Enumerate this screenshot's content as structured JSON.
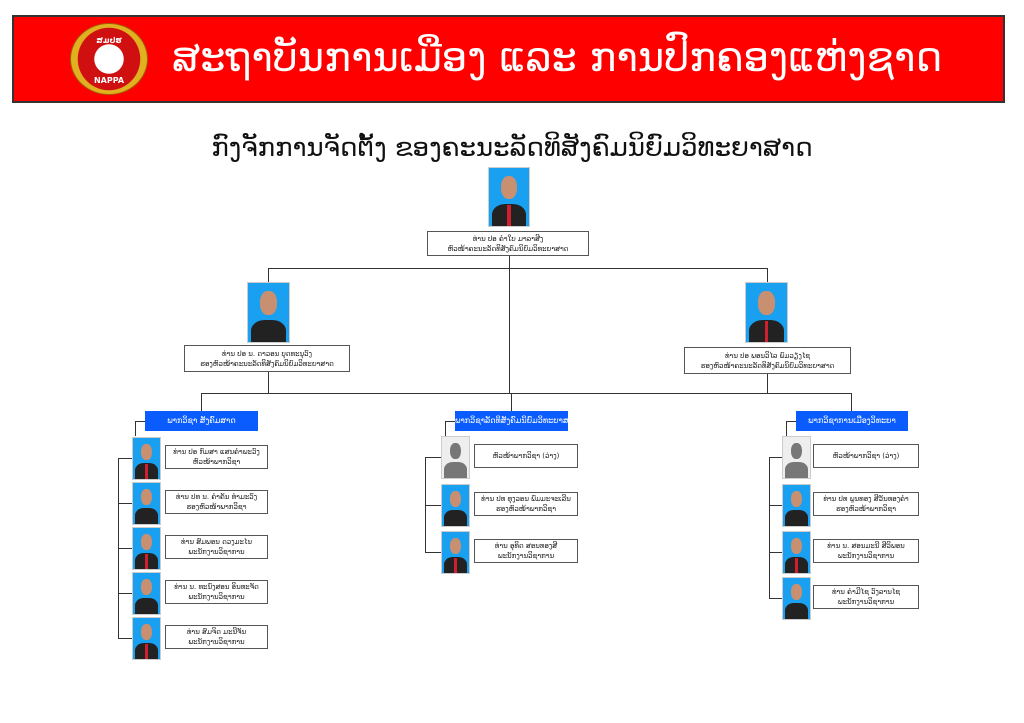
{
  "header": {
    "logo_text_top": "ສມປຮ",
    "logo_text_bottom": "NAPPA",
    "title": "ສະຖາບັນການເມືອງ ແລະ ການປົກຄອງແຫ່ງຊາດ"
  },
  "chart_title": "ກົງຈັກການຈັດຕັ້ງ ຂອງຄະນະລັດທິສັງຄົມນິຍົມວິທະຍາສາດ",
  "head": {
    "name": "ທ່ານ ປອ ຄຳໃບ ມາລາສີງ",
    "role": "ຫົວໜ້າຄະນະລັດທິສັງຄົມນິຍົມວິທະຍາສາດ"
  },
  "deputies": [
    {
      "name": "ທ່ານ ປອ ນ. ດາວອນ ບຸດທະນຸວົງ",
      "role": "ຮອງຫົວໜ້າຄະນະລັດທິສັງຄົມນິຍົມວິທະຍາສາດ"
    },
    {
      "name": "ທ່ານ ປອ ພອນວິໄລ ພົມວຽງໄຊ",
      "role": "ຮອງຫົວໜ້າຄະນະລັດທິສັງຄົມນິຍົມວິທະຍາສາດ"
    }
  ],
  "departments": [
    {
      "title": "ພາກວິຊາ ສັງຄົມສາດ",
      "members": [
        {
          "name": "ທ່ານ ປອ ກົມສາ ແສນຄຳພະວົງ",
          "role": "ຫົວໜ້າພາກວິຊາ"
        },
        {
          "name": "ທ່ານ ປທ ນ. ຄຳຄັນ ທຳມະວົງ",
          "role": "ຮອງຫົວໜ້າພາກວິຊາ"
        },
        {
          "name": "ທ່ານ ສົມພອນ ດວງມະໄນ",
          "role": "ພະນັກງານວິຊາການ"
        },
        {
          "name": "ທ່ານ ນ. ທະນົງສອນ ອິນທະຈັດ",
          "role": "ພະນັກງານວິຊາການ"
        },
        {
          "name": "ທ່ານ ສົມຈິດ ມະນີຈັນ",
          "role": "ພະນັກງານວິຊາການ"
        }
      ]
    },
    {
      "title": "ພາກວິຊາລັດທິສັງຄົມນິຍົມວິທະຍາສາດ",
      "members": [
        {
          "name": "",
          "role": "ຫົວໜ້າພາກວິຊາ (ວ່າງ)"
        },
        {
          "name": "ທ່ານ ປທ ທຸງວອນ ພົມມະຈະເລີນ",
          "role": "ຮອງຫົວໜ້າພາກວິຊາ"
        },
        {
          "name": "ທ່ານ ອຸທິດ ສອນທອງສີ",
          "role": "ພະນັກງານວິຊາການ"
        }
      ]
    },
    {
      "title": "ພາກວິຊາການເມືອງວິທະຍາ",
      "members": [
        {
          "name": "",
          "role": "ຫົວໜ້າພາກວິຊາ (ວ່າງ)"
        },
        {
          "name": "ທ່ານ ປທ ພູນທອງ ສີວັນທອງຄຳ",
          "role": "ຮອງຫົວໜ້າພາກວິຊາ"
        },
        {
          "name": "ທ່ານ ນ. ສອນມະນີ ສີວິພອນ",
          "role": "ພະນັກງານວິຊາການ"
        },
        {
          "name": "ທ່ານ ຄຳມີໄຊ ວົງລານໄຊ",
          "role": "ພະນັກງານວິຊາການ"
        }
      ]
    }
  ]
}
